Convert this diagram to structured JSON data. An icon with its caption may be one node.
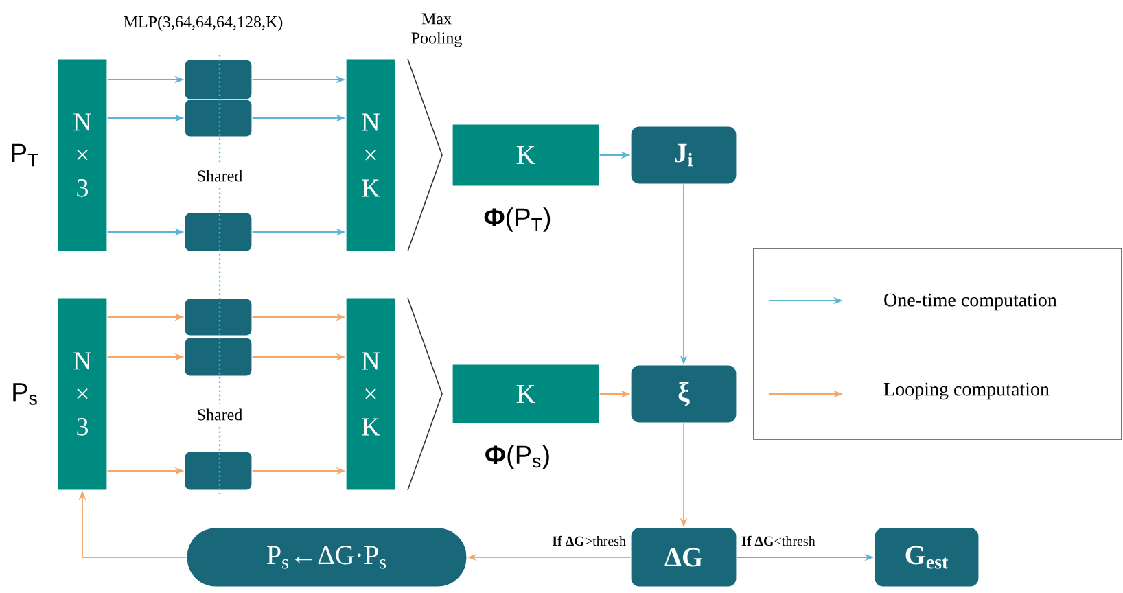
{
  "diagram": {
    "nodes": [
      {
        "text": [
          "N × 3"
        ],
        "beside": [
          "P$_{T}$"
        ]
      },
      {
        "text": [],
        "shape": "box"
      },
      {
        "text": [],
        "shape": "box"
      },
      {
        "text": [],
        "shape": "box"
      },
      {
        "text": [
          "N × K"
        ]
      },
      {
        "text": [
          "K"
        ],
        "beside": [
          "**Φ**(P$_{T}$)"
        ]
      },
      {
        "text": [
          "J$_{i}$"
        ]
      },
      {
        "text": [
          "N × 3"
        ],
        "beside": [
          "P$_{s}$"
        ]
      },
      {
        "text": [],
        "shape": "box"
      },
      {
        "text": [],
        "shape": "box"
      },
      {
        "text": [],
        "shape": "box"
      },
      {
        "text": [
          "N × K"
        ]
      },
      {
        "text": [
          "K"
        ],
        "beside": [
          "**Φ**(P$_{s}$)"
        ]
      },
      {
        "text": [
          "ξ"
        ]
      },
      {
        "text": [
          "ΔG"
        ]
      },
      {
        "text": [
          "G$_{est}$"
        ]
      },
      {
        "text": [
          "P$_{s}$←ΔG·P$_{s}$"
        ]
      }
    ],
    "edges": [
      {
        "from": 0,
        "to": 1,
        "arrow": "to",
        "color": "#5bb5d5"
      },
      {
        "from": 0,
        "to": 2,
        "arrow": "to",
        "color": "#5bb5d5"
      },
      {
        "from": 0,
        "to": 3,
        "arrow": "to",
        "color": "#5bb5d5"
      },
      {
        "from": 1,
        "to": 4,
        "arrow": "to",
        "color": "#5bb5d5"
      },
      {
        "from": 2,
        "to": 4,
        "arrow": "to",
        "color": "#5bb5d5"
      },
      {
        "from": 3,
        "to": 4,
        "arrow": "to",
        "color": "#5bb5d5"
      },
      {
        "from": 5,
        "to": 6,
        "arrow": "to",
        "color": "#5bb5d5"
      },
      {
        "from": 6,
        "to": 13,
        "arrow": "to",
        "color": "#5bb5d5"
      },
      {
        "from": 7,
        "to": 8,
        "arrow": "to"
      },
      {
        "from": 7,
        "to": 9,
        "arrow": "to"
      },
      {
        "from": 7,
        "to": 10,
        "arrow": "to"
      },
      {
        "from": 8,
        "to": 11,
        "arrow": "to"
      },
      {
        "from": 9,
        "to": 11,
        "arrow": "to"
      },
      {
        "from": 10,
        "to": 11,
        "arrow": "to"
      },
      {
        "from": 12,
        "to": 13,
        "arrow": "to"
      },
      {
        "from": 13,
        "to": 14,
        "arrow": "to"
      },
      {
        "from": 14,
        "to": 16,
        "arrow": "to",
        "label": "**If ΔG**>thresh"
      },
      {
        "from": 14,
        "to": 15,
        "arrow": "to",
        "label": "**If ΔG**<thresh",
        "color": "#5bb5d5"
      },
      {
        "from": 16,
        "to": 7,
        "arrow": "to"
      }
    ],
    "labels": [
      "MLP(3,64,64,64,128,K)",
      "Max Pooling",
      "Shared",
      "Shared"
    ],
    "legend": [
      {
        "text": "One-time computation"
      },
      {
        "text": "Looping computation"
      }
    ]
  }
}
